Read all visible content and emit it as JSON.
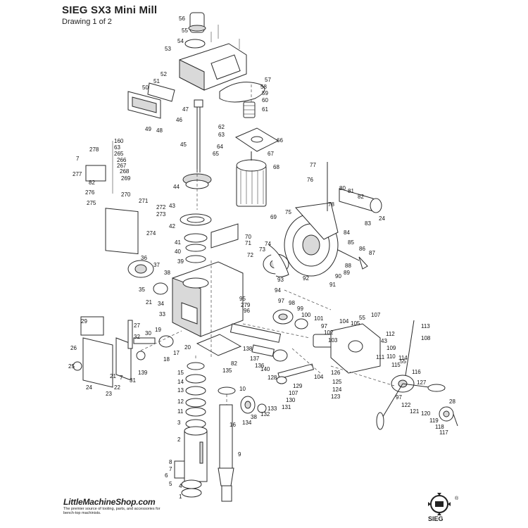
{
  "header": {
    "title": "SIEG SX3 Mini Mill",
    "subtitle": "Drawing 1 of 2"
  },
  "branding": {
    "shop_name": "LittleMachineShop",
    "shop_domain": ".com",
    "shop_tagline": "The premier source of tooling, parts, and accessories for bench-top machinists.",
    "maker_logo": "SIEG",
    "registered_mark": "®"
  },
  "callouts": [
    {
      "n": "56"
    },
    {
      "n": "55"
    },
    {
      "n": "54"
    },
    {
      "n": "53"
    },
    {
      "n": "52"
    },
    {
      "n": "57"
    },
    {
      "n": "58"
    },
    {
      "n": "59"
    },
    {
      "n": "60"
    },
    {
      "n": "61"
    },
    {
      "n": "50"
    },
    {
      "n": "51"
    },
    {
      "n": "49"
    },
    {
      "n": "48"
    },
    {
      "n": "47"
    },
    {
      "n": "46"
    },
    {
      "n": "45"
    },
    {
      "n": "62"
    },
    {
      "n": "63"
    },
    {
      "n": "64"
    },
    {
      "n": "65"
    },
    {
      "n": "66"
    },
    {
      "n": "67"
    },
    {
      "n": "68"
    },
    {
      "n": "160"
    },
    {
      "n": "63"
    },
    {
      "n": "265"
    },
    {
      "n": "278"
    },
    {
      "n": "7"
    },
    {
      "n": "266"
    },
    {
      "n": "267"
    },
    {
      "n": "268"
    },
    {
      "n": "269"
    },
    {
      "n": "277"
    },
    {
      "n": "82"
    },
    {
      "n": "276"
    },
    {
      "n": "270"
    },
    {
      "n": "275"
    },
    {
      "n": "271"
    },
    {
      "n": "272"
    },
    {
      "n": "273"
    },
    {
      "n": "274"
    },
    {
      "n": "44"
    },
    {
      "n": "43"
    },
    {
      "n": "42"
    },
    {
      "n": "41"
    },
    {
      "n": "40"
    },
    {
      "n": "39"
    },
    {
      "n": "69"
    },
    {
      "n": "70"
    },
    {
      "n": "71"
    },
    {
      "n": "77"
    },
    {
      "n": "76"
    },
    {
      "n": "80"
    },
    {
      "n": "81"
    },
    {
      "n": "82"
    },
    {
      "n": "75"
    },
    {
      "n": "78"
    },
    {
      "n": "83"
    },
    {
      "n": "24"
    },
    {
      "n": "84"
    },
    {
      "n": "85"
    },
    {
      "n": "86"
    },
    {
      "n": "87"
    },
    {
      "n": "88"
    },
    {
      "n": "89"
    },
    {
      "n": "90"
    },
    {
      "n": "91"
    },
    {
      "n": "36"
    },
    {
      "n": "37"
    },
    {
      "n": "38"
    },
    {
      "n": "35"
    },
    {
      "n": "21"
    },
    {
      "n": "34"
    },
    {
      "n": "33"
    },
    {
      "n": "72"
    },
    {
      "n": "73"
    },
    {
      "n": "74"
    },
    {
      "n": "92"
    },
    {
      "n": "93"
    },
    {
      "n": "94"
    },
    {
      "n": "95"
    },
    {
      "n": "279"
    },
    {
      "n": "96"
    },
    {
      "n": "97"
    },
    {
      "n": "98"
    },
    {
      "n": "99"
    },
    {
      "n": "100"
    },
    {
      "n": "101"
    },
    {
      "n": "97"
    },
    {
      "n": "102"
    },
    {
      "n": "103"
    },
    {
      "n": "104"
    },
    {
      "n": "105"
    },
    {
      "n": "55"
    },
    {
      "n": "107"
    },
    {
      "n": "112"
    },
    {
      "n": "113"
    },
    {
      "n": "108"
    },
    {
      "n": "43"
    },
    {
      "n": "109"
    },
    {
      "n": "110"
    },
    {
      "n": "111"
    },
    {
      "n": "114"
    },
    {
      "n": "55"
    },
    {
      "n": "115"
    },
    {
      "n": "116"
    },
    {
      "n": "127"
    },
    {
      "n": "126"
    },
    {
      "n": "125"
    },
    {
      "n": "124"
    },
    {
      "n": "123"
    },
    {
      "n": "97"
    },
    {
      "n": "122"
    },
    {
      "n": "121"
    },
    {
      "n": "120"
    },
    {
      "n": "119"
    },
    {
      "n": "118"
    },
    {
      "n": "117"
    },
    {
      "n": "28"
    },
    {
      "n": "29"
    },
    {
      "n": "27"
    },
    {
      "n": "26"
    },
    {
      "n": "25"
    },
    {
      "n": "24"
    },
    {
      "n": "23"
    },
    {
      "n": "22"
    },
    {
      "n": "21"
    },
    {
      "n": "7"
    },
    {
      "n": "31"
    },
    {
      "n": "30"
    },
    {
      "n": "32"
    },
    {
      "n": "19"
    },
    {
      "n": "18"
    },
    {
      "n": "17"
    },
    {
      "n": "20"
    },
    {
      "n": "139"
    },
    {
      "n": "138"
    },
    {
      "n": "137"
    },
    {
      "n": "136"
    },
    {
      "n": "140"
    },
    {
      "n": "82"
    },
    {
      "n": "135"
    },
    {
      "n": "128"
    },
    {
      "n": "104"
    },
    {
      "n": "129"
    },
    {
      "n": "107"
    },
    {
      "n": "130"
    },
    {
      "n": "131"
    },
    {
      "n": "132"
    },
    {
      "n": "38"
    },
    {
      "n": "133"
    },
    {
      "n": "134"
    },
    {
      "n": "16"
    },
    {
      "n": "15"
    },
    {
      "n": "14"
    },
    {
      "n": "13"
    },
    {
      "n": "12"
    },
    {
      "n": "11"
    },
    {
      "n": "3"
    },
    {
      "n": "10"
    },
    {
      "n": "2"
    },
    {
      "n": "9"
    },
    {
      "n": "8"
    },
    {
      "n": "7"
    },
    {
      "n": "6"
    },
    {
      "n": "5"
    },
    {
      "n": "4"
    },
    {
      "n": "1"
    }
  ]
}
